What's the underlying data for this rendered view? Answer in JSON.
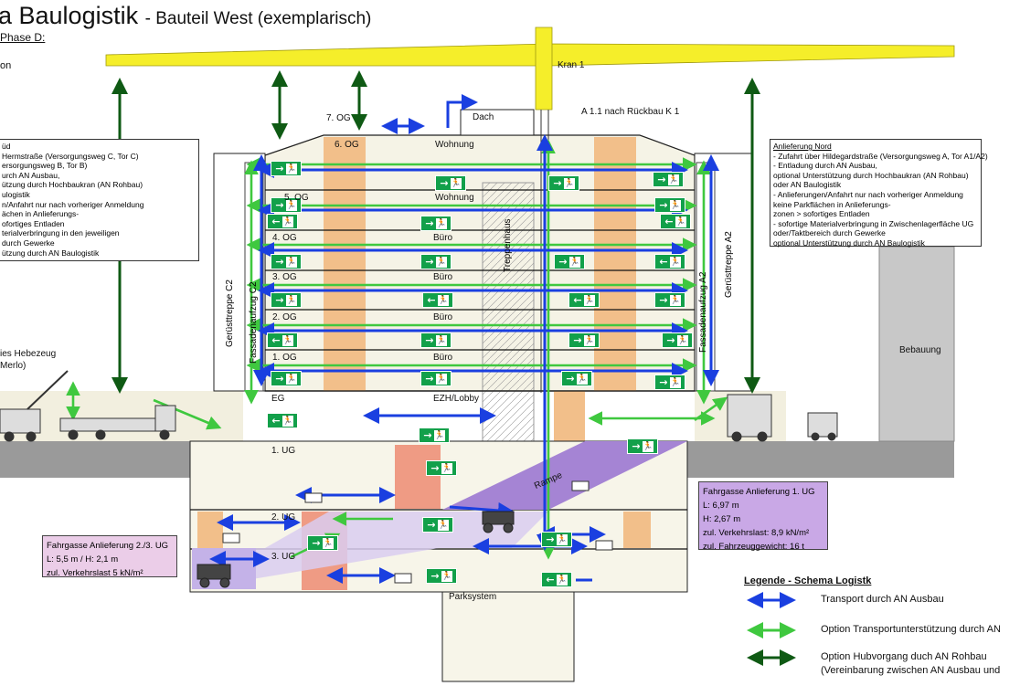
{
  "title": {
    "main": "a Baulogistik",
    "sub": "- Bauteil West (exemplarisch)"
  },
  "phase": "Phase D:",
  "top_left_fragment": "on",
  "crane_label": "Kran 1",
  "annotation_a11": "A 1.1 nach Rückbau K 1",
  "roof_label": "Dach",
  "floors": [
    {
      "level": "7. OG",
      "use": ""
    },
    {
      "level": "6. OG",
      "use": "Wohnung"
    },
    {
      "level": "5. OG",
      "use": "Wohnung"
    },
    {
      "level": "4. OG",
      "use": "Büro"
    },
    {
      "level": "3. OG",
      "use": "Büro"
    },
    {
      "level": "2. OG",
      "use": "Büro"
    },
    {
      "level": "1. OG",
      "use": "Büro"
    },
    {
      "level": "EG",
      "use": "EZH/Lobby"
    }
  ],
  "basement": {
    "ug1": "1. UG",
    "ug2": "2. UG",
    "ug3": "3. UG",
    "park": "Parksystem"
  },
  "stair_label": "Treppenhaus",
  "scaffold_left": "Gerüsttreppe C2",
  "lift_left": "Fassadenaufzug C2",
  "scaffold_right": "Gerüsttreppe A2",
  "lift_right": "Fassadenaufzug A2",
  "ramp_label": "Rampe",
  "neighbor_building": "Bebauung",
  "mobile_lift": [
    "ies Hebezeug",
    "Merlo)"
  ],
  "delivery_south": {
    "lines": [
      "üd",
      "Hermstraße (Versorgungsweg C, Tor C)",
      "ersorgungsweg B, Tor B)",
      "urch AN Ausbau,",
      "ützung durch Hochbaukran (AN Rohbau)",
      "ulogistik",
      "n/Anfahrt nur nach vorheriger Anmeldung",
      "ächen in Anlieferungs-",
      "ofortiges Entladen",
      "terialverbringung in den jeweiligen",
      "durch Gewerke",
      "ützung durch AN Baulogistik"
    ]
  },
  "delivery_north": {
    "heading": "Anlieferung Nord",
    "lines": [
      "- Zufahrt über Hildegardstraße (Versorgungsweg A, Tor A1/A2)",
      "- Entladung durch AN Ausbau,",
      "   optional Unterstützung durch Hochbaukran (AN Rohbau)",
      "   oder AN Baulogistik",
      "- Anlieferungen/Anfahrt nur nach vorheriger Anmeldung",
      "   keine Parkflächen in Anlieferungs-",
      "   zonen > sofortiges Entladen",
      "- sofortige Materialverbringung in Zwischenlagerfläche UG",
      "   oder/Taktbereich durch Gewerke",
      "   optional Unterstützung durch AN Baulogistik"
    ]
  },
  "fahrgasse_ug1": {
    "title": "Fahrgasse Anlieferung 1. UG",
    "lines": [
      "L: 6,97 m",
      "H: 2,67 m",
      "zul. Verkehrslast: 8,9 kN/m²",
      "zul. Fahrzeuggewicht: 16 t"
    ]
  },
  "fahrgasse_ug23": {
    "title": "Fahrgasse Anlieferung 2./3. UG",
    "lines": [
      "L: 5,5 m / H: 2,1 m",
      "zul. Verkehrslast 5 kN/m²"
    ]
  },
  "legend": {
    "title": "Legende - Schema Logistk",
    "items": [
      {
        "label": "Transport durch AN Ausbau",
        "color": "#1a3fe0"
      },
      {
        "label": "Option Transportunterstützung durch AN",
        "color": "#3fc83f"
      },
      {
        "label": "Option Hubvorgang duch AN Rohbau",
        "label2": "(Vereinbarung zwischen AN Ausbau und",
        "color": "#0f5a14"
      }
    ]
  },
  "colors": {
    "blue": "#1a3fe0",
    "green": "#3fc83f",
    "darkgreen": "#0f5a14",
    "crane": "#f5ee2a",
    "facade": "#f2efdf",
    "orange_column": "#f2bf8a",
    "red_column": "#ef9b84",
    "ramp_purple": "#a584d4",
    "info_purple": "#c9a8e6",
    "info_pink": "#ebcde8",
    "exit_green": "#12a04a"
  },
  "exit_sign_icon": "emergency-exit-icon"
}
